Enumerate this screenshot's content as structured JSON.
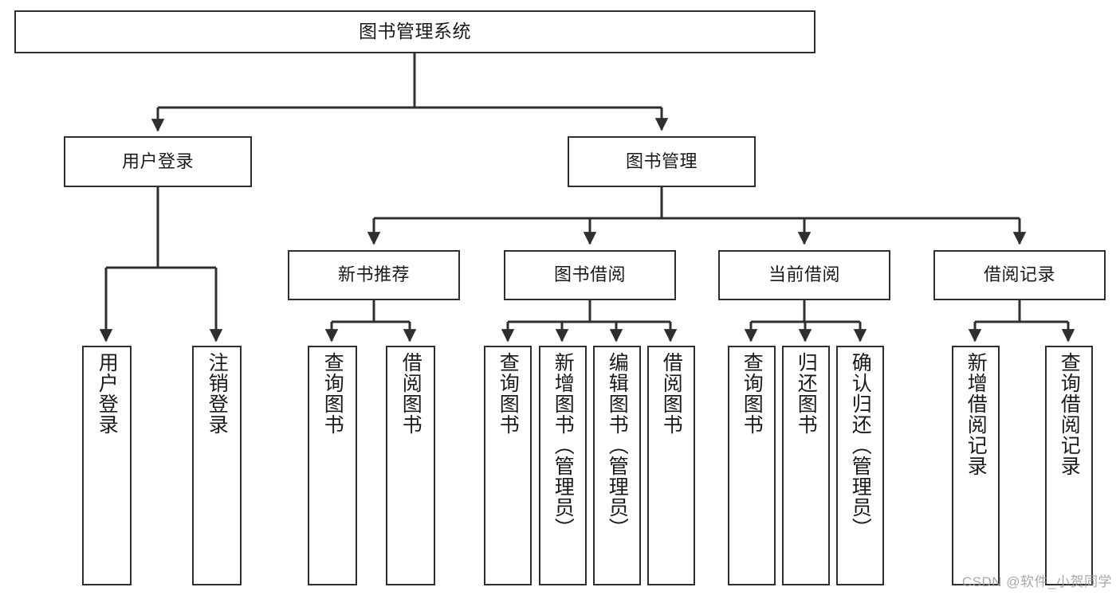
{
  "diagram": {
    "title": "图书管理系统",
    "type": "tree-hierarchy-chart",
    "colors": {
      "box_border": "#2f2f2f",
      "box_fill": "#ffffff",
      "text": "#1a1a1a",
      "connector": "#2f2f2f",
      "watermark": "#9a9a9a",
      "background": "#ffffff"
    },
    "watermark": "CSDN @软件_小贺同学"
  },
  "nodes": {
    "root": {
      "label": "图书管理系统"
    },
    "level1": [
      {
        "id": "user-login",
        "label": "用户登录"
      },
      {
        "id": "book-management",
        "label": "图书管理"
      }
    ],
    "level2": [
      {
        "id": "new-book-recommend",
        "label": "新书推荐"
      },
      {
        "id": "book-borrow",
        "label": "图书借阅"
      },
      {
        "id": "current-borrow",
        "label": "当前借阅"
      },
      {
        "id": "borrow-record",
        "label": "借阅记录"
      }
    ],
    "leaves": {
      "user-login": [
        {
          "id": "leaf-user-login",
          "label": "用户登录"
        },
        {
          "id": "leaf-logout-login",
          "label": "注销登录"
        }
      ],
      "new-book-recommend": [
        {
          "id": "leaf-query-book-1",
          "label": "查询图书"
        },
        {
          "id": "leaf-borrow-book-1",
          "label": "借阅图书"
        }
      ],
      "book-borrow": [
        {
          "id": "leaf-query-book-2",
          "label": "查询图书"
        },
        {
          "id": "leaf-add-book",
          "label": "新增图书（管理员）"
        },
        {
          "id": "leaf-edit-book",
          "label": "编辑图书（管理员）"
        },
        {
          "id": "leaf-borrow-book-2",
          "label": "借阅图书"
        }
      ],
      "current-borrow": [
        {
          "id": "leaf-query-book-3",
          "label": "查询图书"
        },
        {
          "id": "leaf-return-book",
          "label": "归还图书"
        },
        {
          "id": "leaf-confirm-return",
          "label": "确认归还（管理员）"
        }
      ],
      "borrow-record": [
        {
          "id": "leaf-add-record",
          "label": "新增借阅记录"
        },
        {
          "id": "leaf-query-record",
          "label": "查询借阅记录"
        }
      ]
    }
  }
}
